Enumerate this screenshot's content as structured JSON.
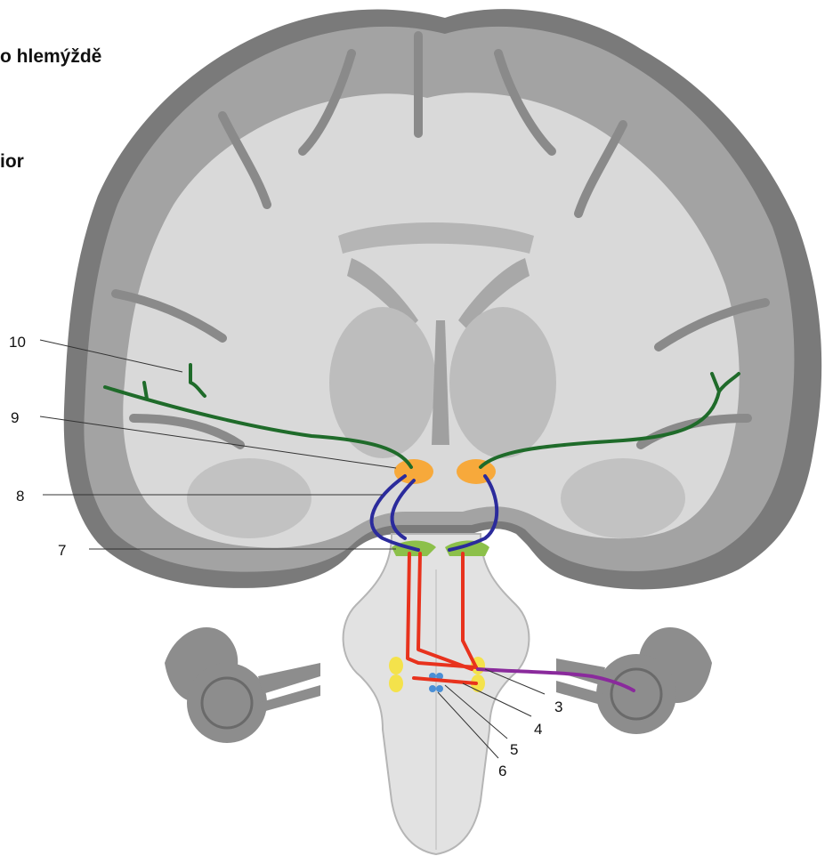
{
  "header_lines": [
    "o hlemýždě",
    "ior"
  ],
  "labels": [
    "10",
    "9",
    "8",
    "7",
    "3",
    "4",
    "5",
    "6"
  ],
  "colors": {
    "cortex_dark": "#6f6f6f",
    "cortex_mid": "#9b9b9b",
    "white_matter": "#d6d6d6",
    "deep_nuclei": "#b8b8b8",
    "brainstem": "#dedede",
    "ear": "#8d8d8d",
    "auditory_radiation": "#1f6b2a",
    "brachium_inferior_colliculus": "#2b2b9c",
    "lateral_lemniscus": "#e8321d",
    "cochlear_nerve": "#8a2a9c",
    "medial_geniculate_body": "#f7a93b",
    "inferior_colliculus": "#8cc04a",
    "cochlear_nuclei": "#f4e24b",
    "superior_olive": "#4a8fd6"
  }
}
